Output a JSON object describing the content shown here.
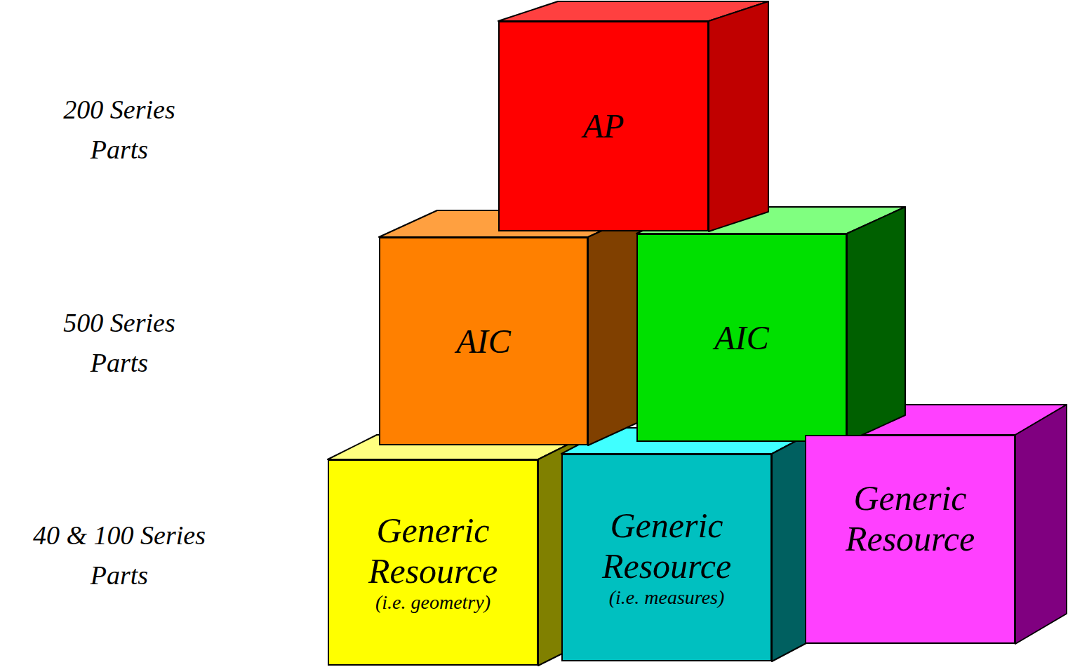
{
  "diagram": {
    "nodes": [
      {
        "text": [
          "AP"
        ]
      },
      {
        "text": [
          "AIC"
        ]
      },
      {
        "text": [
          "AIC"
        ]
      },
      {
        "text": [
          "Generic Resource",
          "(i.e. geometry)"
        ]
      },
      {
        "text": [
          "Generic Resource",
          "(i.e. measures)"
        ]
      },
      {
        "text": [
          "Generic Resource"
        ]
      }
    ],
    "labels": [
      "200 Series Parts",
      "500 Series Parts",
      "40 & 100 Series Parts"
    ]
  }
}
